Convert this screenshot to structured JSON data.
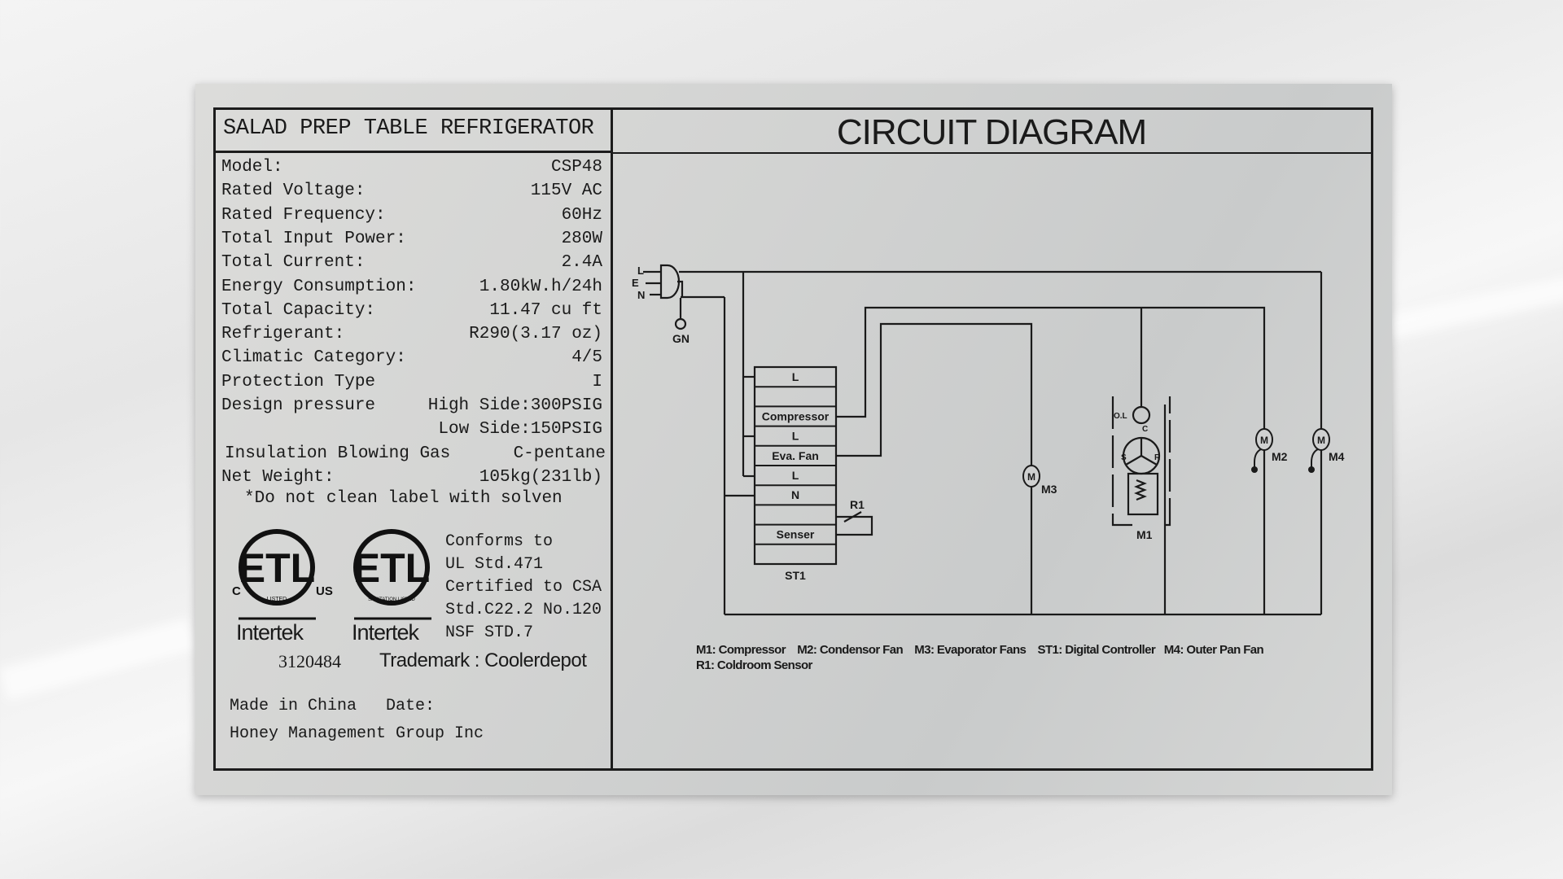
{
  "product_title": "SALAD PREP TABLE REFRIGERATOR",
  "specs": [
    {
      "label": "Model:",
      "value": "CSP48"
    },
    {
      "label": "Rated Voltage:",
      "value": "115V AC"
    },
    {
      "label": "Rated Frequency:",
      "value": "60Hz"
    },
    {
      "label": "Total Input Power:",
      "value": "280W"
    },
    {
      "label": "Total Current:",
      "value": "2.4A"
    },
    {
      "label": "Energy Consumption:",
      "value": "1.80kW.h/24h"
    },
    {
      "label": "Total Capacity:",
      "value": "11.47 cu ft"
    },
    {
      "label": "Refrigerant:",
      "value": "R290(3.17 oz)"
    },
    {
      "label": "Climatic Category:",
      "value": "4/5"
    },
    {
      "label": "Protection Type",
      "value": "I"
    },
    {
      "label": "Design pressure",
      "value": "High Side:300PSIG"
    },
    {
      "label": "",
      "value": "Low Side:150PSIG"
    },
    {
      "label": "Insulation Blowing Gas",
      "value": "C-pentane"
    },
    {
      "label": "Net Weight:",
      "value": "105kg(231lb)"
    }
  ],
  "note": "*Do not clean label with solven",
  "certifications": {
    "logo1": {
      "text": "ETL",
      "sub": "LISTED",
      "left": "C",
      "right": "US",
      "brand": "Intertek"
    },
    "logo2": {
      "text": "ETL",
      "sub": "SANITATION LISTED",
      "brand": "Intertek"
    },
    "conformity": [
      "Conforms to",
      "UL Std.471",
      "Certified to CSA",
      "Std.C22.2 No.120",
      "NSF STD.7"
    ],
    "control_number": "3120484",
    "trademark": "Trademark : Coolerdepot"
  },
  "origin": "Made in China   Date:",
  "company": "Honey Management Group Inc",
  "circuit": {
    "title": "CIRCUIT DIAGRAM",
    "plug": {
      "l": "L",
      "e": "E",
      "n": "N",
      "ground": "GN"
    },
    "controller": {
      "name": "ST1",
      "terminals": [
        "L",
        "",
        "Compressor",
        "L",
        "Eva. Fan",
        "L",
        "N",
        "",
        "Senser",
        ""
      ]
    },
    "components": {
      "r1": "R1",
      "m1": "M1",
      "m2": "M2",
      "m3": "M3",
      "m4": "M4",
      "motor": "M",
      "ol": "O.L",
      "c": "C",
      "s": "S",
      "r": "R"
    },
    "legend_line1": "M1: Compressor    M2: Condensor Fan    M3: Evaporator Fans    ST1: Digital Controller   M4: Outer Pan Fan",
    "legend_line2": "R1: Coldroom Sensor"
  }
}
